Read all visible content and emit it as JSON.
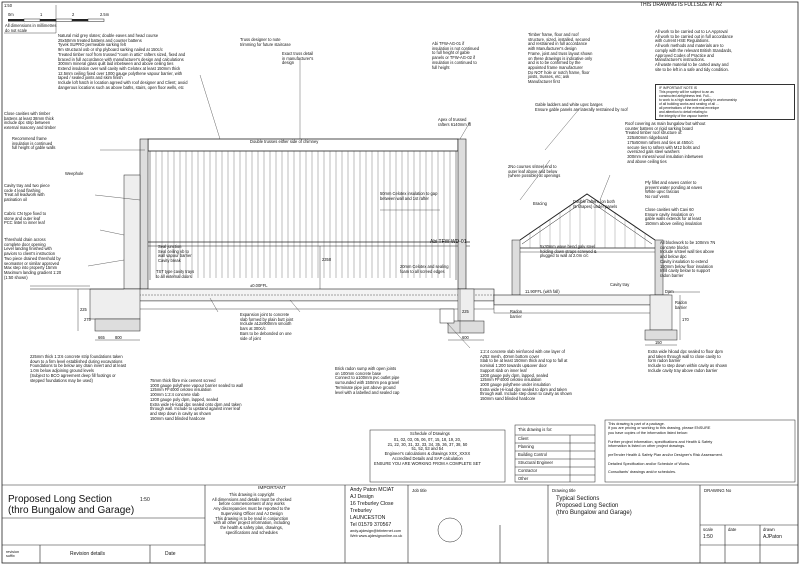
{
  "header": {
    "scale_label": "1:50",
    "scale_ticks": [
      "0m",
      "1",
      "2",
      "2.5m"
    ],
    "dims_note": "All dimensions in millimetres\ndo not scale",
    "fullsize": "THIS DRAWING IS FULLSIZE AT A2"
  },
  "notes": {
    "roof_spec": "Natural mid grey slates; double eaves and head course\n25x50mm treated battens and counter battens\nTyvek SUPRO permeable sarking felt\n9m structural osb or shp plyboard sarking nailed at 150c/c\nTreated timber roof from trussed \"room in attic\" rafters sized, fixed and\nbraced in full accordance with manufacturer's design and calculations\n300mm mineral glass quilt laid inbetween and above ceiling ties\nExtend insulation over wall cavity with Celotex at least 150mm thick\n12.5mm ceiling fixed over 1000 gauge polythene vapour barrier, with\ntaped / sealed joints and skim finish\nInclude loft hatch in location agreed with roof designer and Client; avoid\ndangerous locations such as above baths, stairs, open floor wells, etc",
    "truss_designer": "Truss designer to note\ntrimming for future staircase",
    "exact_truss": "Exact truss detail\nin manufacturer's\ndesign",
    "abi_tfw_top": "Abi TFW-AG-01 if\ninsulation is not continued\nto full height of gable\npanels or TFW-AG-02 if\ninsulation is continued to\nfull height",
    "timber_frame": "Timber frame, floor and roof\nstructure, sized, installed, secured\nand restrained in full accordance\nwith Manufacturer's design\nFrame, joist and truss layout shown\non these drawings is indicative only\nand is to be confirmed by the\nappointed frame manufacturer\nDo NOT hole or notch frame, floor\njoists, trusses, etc; ask\nManufacturer first",
    "general": "All work to be carried out to LA Approval\nAll work to be carried out in full accordance\nwith current HSE Regulations.\nAll work methods and materials are to\ncomply with the relevant British Standards,\nApproved Codes of Practice and\nManufacturer's instructions.\nAll waste material to be carted away and\nsite to be left in a safe and tidy condition.",
    "important_note": "IF IMPORTANT NOTE IS\nThis property will be subject to an as\nconstructed airtightness test. Full...\nto work to a high standard of quality in workmanship\nof all building works and sealing of all ...\nall penetrations of the external envelope\nand attention to detail relating to\nthe integrity of the vapour barrier",
    "close_cavities": "Close cavities with timber\nbattens at least 38mm thick\ninclude dpc strip between\nexternal masonry and timber",
    "recommend": "Recommend frame\ninsulation is continued\nfull height of gable walls",
    "apex": "Apex of trussed\nrafters 6140mm ffl",
    "gable_ladders": "Gable ladders and white upvc barges\nEnsure gable panels are laterally restrained by roof",
    "double_trusses": "Double trusses either side of chimney",
    "roof_covering": "Roof covering as main bungalow but without\ncounter battens or rigid sarking board\nTreated timber roof structure of:\n  225x50mm ridgeboard\n  175x50mm rafters and ties at 450c/c\n  secure ties to rafters with M12 bolts and\n  oversized gals steel washers\n  300mm mineral wool insulation inbetween\n  and above ceiling ties",
    "cavity_tray": "Cavity tray and two piece\ncode 4 lead flashing\nTreat all leadwork with\npatination oil",
    "weephole": "Weephole",
    "cabric": "Cabric CN type fixed to\nstone and outer leaf\nPCC lintel to inner leaf",
    "celotex_50": "50mm Celotex insulation to gap\nbetween wall and 1st rafter",
    "two_courses": "2No courses s/steel end to\nouter leaf above and below\n(where possible) at openings",
    "ply_fillet": "Ply fillet and eaves carrier to\nprevent water ponding at eaves\nWhite upvc fascias\nNo roof vents",
    "bracing": "Bracing",
    "double_rafters": "Double rafters (on both\n(5 shapes) under panels",
    "close_cavities_2": "Close cavities with Cavi 60\nEnsure cavity insulation on\ngable walls extends for at least\n150mm above ceiling insulation",
    "threshold": "Threshold drain across\ncomplete door opening\nLevel landing finished with\npaviors to client's instruction\nTwo piece drained threshold by\nseomaster or similar approved\nMax step into property 15mm\nMaximum landing gradient 1:20\n(1:50 shown)",
    "seal_junction": "Seal junction\nSeal ceiling vb to\nwall vapour barrier\nCavity break",
    "tst": "TST type cavity trays\nto all external doors",
    "abi_wd": "Abi TFW-WD-01",
    "celotex_20": "20mm Celotex and sealing\nfoam to all screed edges",
    "blockwork": "All blockwork to be 100mm 7N\nconcrete blocks\nInclude s/steel wall ties above\nand below dpc\nCavity insulation to extend\n150mm below floor insulation\nInfill cavity below to support\nradon barrier",
    "lintel_note": "5x30mm wave bend galv steel\nholding down straps screwed &\nplugged to wall at 2.0m c/c",
    "ffl_left": "±0.00FFL",
    "ffl_right": "11.90FFL (with fall)",
    "cavity_tray_r": "Cavity tray",
    "radon_barrier_r": "Radon\nbarrier",
    "radon_barrier": "Radon\nbarrier",
    "dpm": "Dpm",
    "dim_2350": "2350",
    "dim_225a": "225",
    "dim_225b": "225",
    "dim_665": "665",
    "dim_800": "800",
    "dim_275": "275",
    "dim_600": "600",
    "dim_170": "170",
    "dim_150": "150",
    "expansion": "Expansion joint to concrete\nslab formed by plain butt joint\nInclude a12x900mm smooth\nbars at 300c/c\nBars to be debonded on one\nside of joint",
    "strip_found": "225mm thick 1:3:6 concrete strip foundations taken\ndown to a firm level established during excavations\nFoundations to be below any drain invert and at least\n1.0m below adjoining ground levels\n(Subject to BCO agreement deep fill footings or\nstepped foundations may be used)",
    "floor_spec": "75mm thick fibre mix cement screed\n1000 gauge polythene vapour barrier sealed to wall\n125mm FF4000 celotex insulation\n100mm 1:2:4 concrete slab\n1200 gauge poly dpm, lapped, sealed\nExtra wide Hi-load dpc sealed onto dpm and taken\nthrough wall. Include to upstand against inner leaf\nand step down in cavity as shown\n150mm sand blinded hardcore",
    "brick_radon": "Brick radon sump with open joints\non 100mm concrete base\nConnect to a100mm pvc outlet pipe\nsurrounded with 150mm pea gravel\nTerminate pipe just above ground\nlevel with a labelled and sealed cap",
    "slab_spec": "1:2:4 concrete slab reinforced with one layer of\nA252 mesh, 40mm bottom cover\nSlab to be at least 150mm thick and top to fall at\nnominal 1:200 towards up&over door\nSupport slab on inner leaf\n1200 gauge poly dpm, lapped, sealed\n125mm FF4000 celotex insulation\n1000 gauge polythene under insulation\nExtra wide Hi-load dpc sealed to dpm and taken\nthrough wall. Include step down to cavity as shown\n150mm sand blinded hardcore",
    "hiload_right": "Extra wide hiload dpc sealed to floor dpm\nand taken through wall to close cavity to\nform radon barrier\nInclude to step down within cavity as shown\nInclude cavity tray above radon barrier",
    "package": "This drawing is part of a package.\nIf you are pricing or working to this drawing, please ENSURE\nyou have copies of the information listed below:\n\nFurther project information, specifications and Health & Safety\ninformation is listed on other project drawings.\n\npreTender Health & Safety Plan and/or Designer's Risk Assessment.\n\nDetailed Specification and/or Schedule of Works.\n\nConsultants' drawings and/or schedules."
  },
  "schedule": {
    "title": "Schedule of Drawings",
    "body": "01, 02, 03, 05, 06, 07, 15, 18, 19, 20,\n21, 22, 30, 31, 32, 33, 34, 35, 36, 37, 38, 50\n51, 52, 53 and 54\nEngineer's calculations & drawings XXX_XXXX\nAccredited Details and SAP calculation\nENSURE YOU ARE WORKING FROM A COMPLETE SET"
  },
  "issued_for": {
    "title": "This drawing is for:",
    "rows": [
      "Client",
      "Planning",
      "Building Control",
      "Structural Engineer",
      "Contractor",
      "Other"
    ]
  },
  "title_main": "Proposed Long Section",
  "title_scale": "1:50",
  "title_sub": "(thro Bungalow and Garage)",
  "important": {
    "title": "IMPORTANT",
    "body": "This drawing is copyright\nAll dimensions and details must be checked\nbefore commencement of any works\nAny discrepancies must be reported to the\nSupervising Officer and AJ Design\nThis drawing is to be read in conjunction\nwith all other project information, including\nthe health & safety plan, drawings,\nspecifications and schedules"
  },
  "firm": {
    "name": "Andy Paton MCIAT",
    "company": "AJ Design",
    "addr1": "16 Treburley Close",
    "addr2": "Treburley",
    "addr3": "LAUNCESTON",
    "tel": "Tel 01579 370567",
    "email": "andy.ajdesign@btinternet.com",
    "web": "Web www.ajdesignonline.co.uk"
  },
  "revision": {
    "suffix_label": "revision\nsuffix",
    "details_label": "Revision details",
    "date_label": "Date"
  },
  "job_title_label": "Job title",
  "drawing_title_label": "Drawing title",
  "drawing_title": "Typical Sections\nProposed Long Section\n(thro Bungalow and Garage)",
  "drawing_no_label": "DRAWING No",
  "scale_label": "scale",
  "scale_value": "1:50",
  "date_label": "date",
  "drawn_label": "drawn",
  "drawn_value": "AJPaton"
}
